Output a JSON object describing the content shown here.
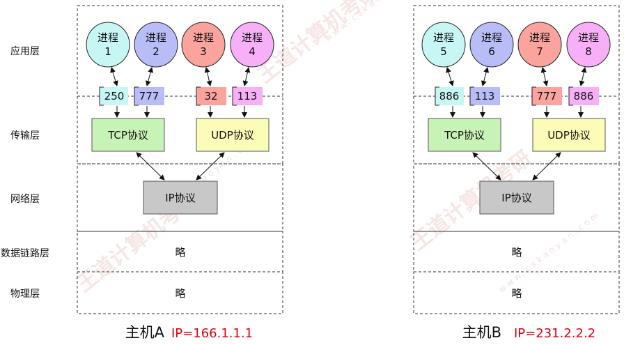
{
  "layers": [
    "应用层",
    "传输层",
    "网络层",
    "数据链路层",
    "物理层"
  ],
  "hostA": {
    "processes": [
      {
        "line1": "进程",
        "line2": "1",
        "fill": "#c6f7f5"
      },
      {
        "line1": "进程",
        "line2": "2",
        "fill": "#b9bdf7"
      },
      {
        "line1": "进程",
        "line2": "3",
        "fill": "#fba39d"
      },
      {
        "line1": "进程",
        "line2": "4",
        "fill": "#f7b0f7"
      }
    ],
    "ports": [
      {
        "value": "250",
        "fill": "#c6f7f5"
      },
      {
        "value": "777",
        "fill": "#b9bdf7"
      },
      {
        "value": "32",
        "fill": "#fba39d"
      },
      {
        "value": "113",
        "fill": "#f7b0f7"
      }
    ],
    "tcp": "TCP协议",
    "udp": "UDP协议",
    "ip": "IP协议",
    "datalink": "略",
    "physical": "略",
    "name": "主机A",
    "address": "IP=166.1.1.1"
  },
  "hostB": {
    "processes": [
      {
        "line1": "进程",
        "line2": "5",
        "fill": "#c6f7f5"
      },
      {
        "line1": "进程",
        "line2": "6",
        "fill": "#b9bdf7"
      },
      {
        "line1": "进程",
        "line2": "7",
        "fill": "#fba39d"
      },
      {
        "line1": "进程",
        "line2": "8",
        "fill": "#f7b0f7"
      }
    ],
    "ports": [
      {
        "value": "886",
        "fill": "#c6f7f5"
      },
      {
        "value": "113",
        "fill": "#b9bdf7"
      },
      {
        "value": "777",
        "fill": "#fba39d"
      },
      {
        "value": "886",
        "fill": "#f7b0f7"
      }
    ],
    "tcp": "TCP协议",
    "udp": "UDP协议",
    "ip": "IP协议",
    "datalink": "略",
    "physical": "略",
    "name": "主机B",
    "address": "IP=231.2.2.2"
  },
  "colors": {
    "tcp": "#c8f3b7",
    "udp": "#fbfcb8",
    "ip": "#c8c8c8",
    "address": "#e0000b"
  },
  "watermark": {
    "text": "王道计算机考研",
    "url": "www.cskaoyan.com"
  }
}
